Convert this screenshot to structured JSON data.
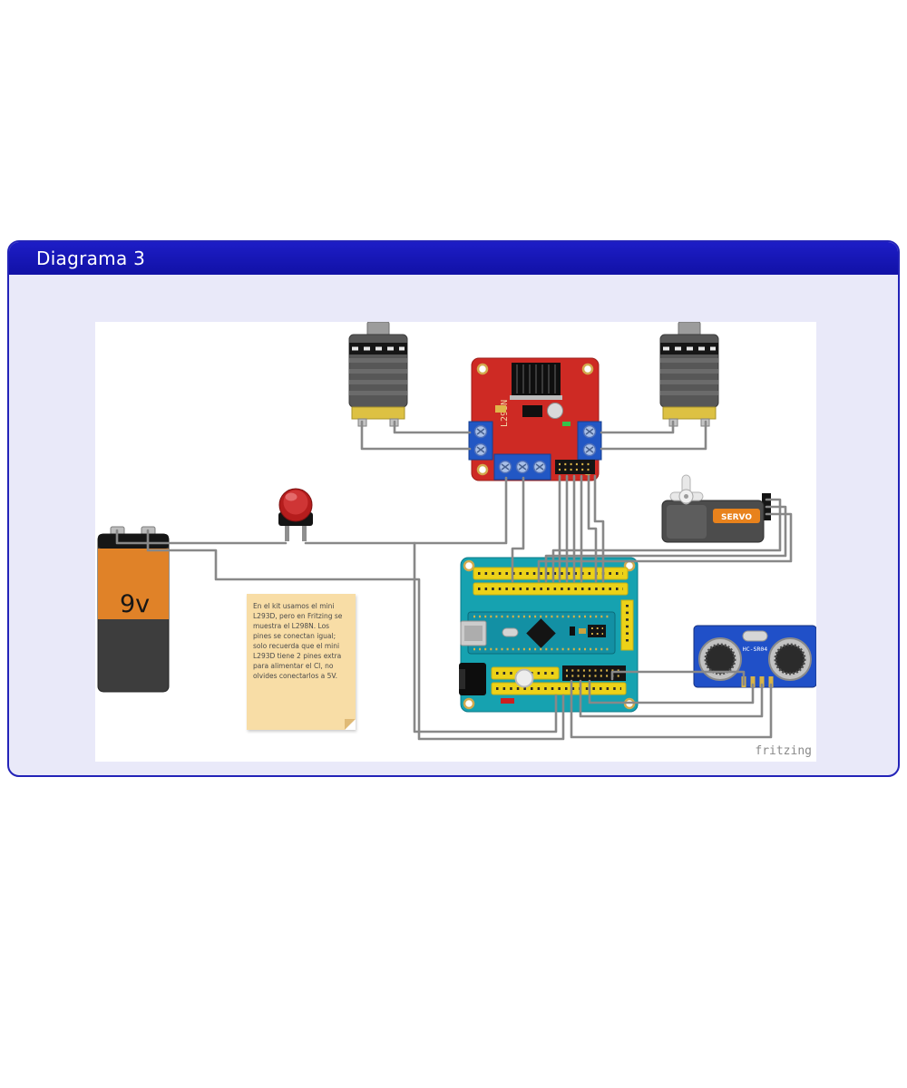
{
  "panel": {
    "title": "Diagrama 3"
  },
  "diagram": {
    "watermark": "fritzing",
    "note_text": "En el kit usamos el mini L293D, pero en Fritzing se muestra el L298N. Los pines se conectan igual; solo recuerda que el mini L293D tiene 2 pines extra para alimentar el CI, no olvides conectarlos a 5V.",
    "labels": {
      "battery": "9v",
      "motor_driver": "L298N",
      "servo": "SERVO",
      "ultrasonic": "HC-SR04"
    },
    "wire_colors": {
      "red": "#c81616",
      "dark_red": "#8c1010",
      "black": "#1c1c1c",
      "green": "#2db32d",
      "yellow": "#e6c216",
      "orange": "#e87c1e",
      "magenta": "#e01ec8",
      "cyan": "#00bcc8",
      "gray": "#9a9a9a",
      "light_gray": "#dedede"
    }
  }
}
